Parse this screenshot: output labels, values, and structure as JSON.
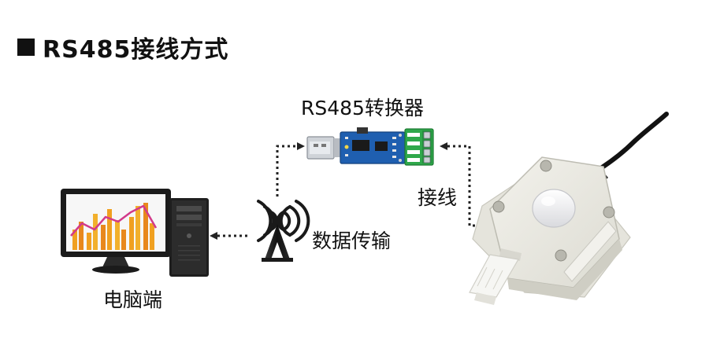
{
  "title": "RS485接线方式",
  "labels": {
    "converter": "RS485转换器",
    "wiring": "接线",
    "transmission": "数据传输",
    "computer": "电脑端"
  },
  "colors": {
    "pcb_blue": "#1f5fb0",
    "terminal_green": "#2ea84a",
    "sensor_body": "#ecebe4",
    "chart_orange": "#f0a020",
    "chart_magenta": "#d23a8a",
    "antenna": "#1a1a1a",
    "dotted_line": "#222222"
  },
  "icons": [
    "usb-plug-icon",
    "antenna-icon",
    "computer-icon",
    "sensor-icon"
  ]
}
